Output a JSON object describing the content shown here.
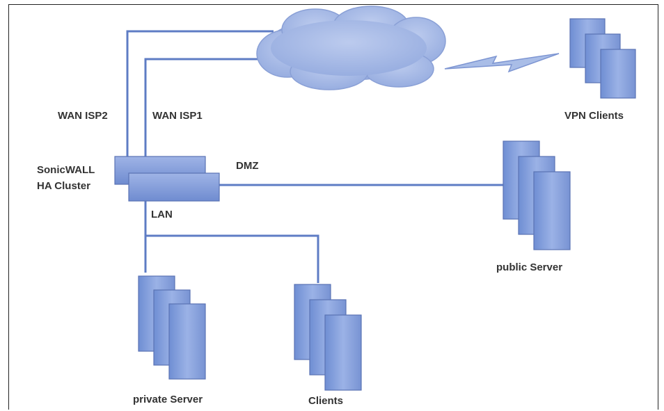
{
  "labels": {
    "wan_isp2": "WAN ISP2",
    "wan_isp1": "WAN ISP1",
    "firewall_line1": "SonicWALL",
    "firewall_line2": "HA Cluster",
    "dmz": "DMZ",
    "lan": "LAN",
    "vpn_clients": "VPN Clients",
    "public_server": "public Server",
    "private_server": "private Server",
    "clients": "Clients"
  },
  "colors": {
    "device_fill": "#7f9bd6",
    "device_stroke": "#5a73b3",
    "cloud_fill": "#a9bde7",
    "line": "#5e7cc4",
    "text": "#333333"
  }
}
